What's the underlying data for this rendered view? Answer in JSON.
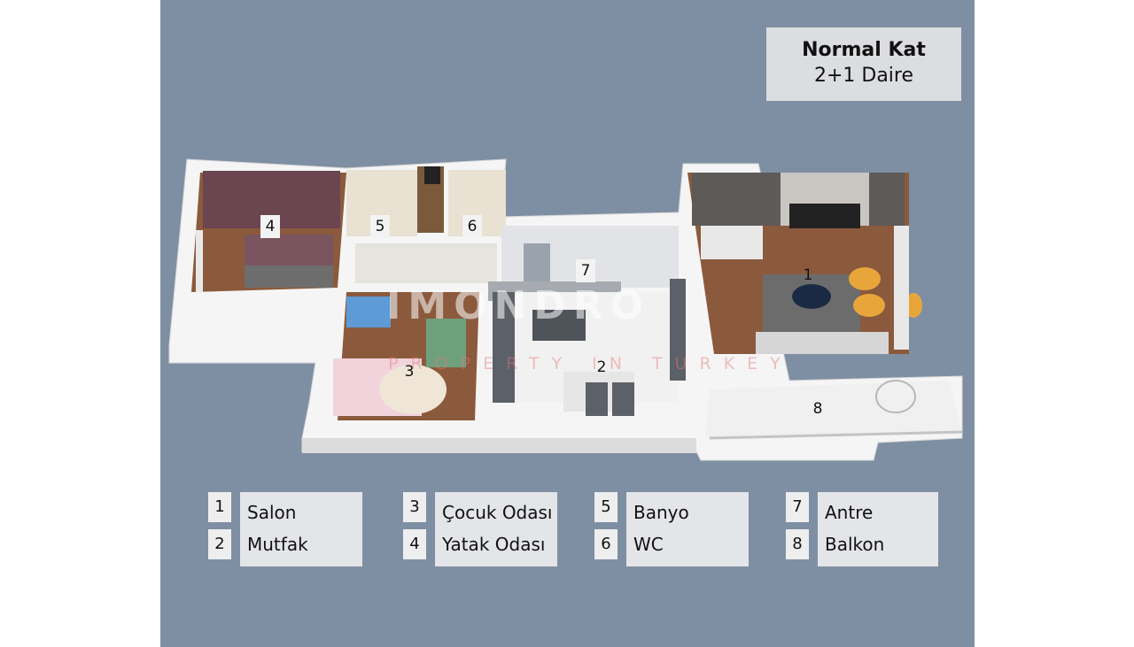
{
  "title": {
    "main": "Normal Kat",
    "sub": "2+1 Daire"
  },
  "watermark": {
    "brand": "IMONDRO",
    "tagline": "PROPERTY IN TURKEY"
  },
  "plan_labels": [
    "1",
    "2",
    "3",
    "4",
    "5",
    "6",
    "7",
    "8"
  ],
  "legend": [
    {
      "items": [
        {
          "num": "1",
          "label": "Salon"
        },
        {
          "num": "2",
          "label": "Mutfak"
        }
      ]
    },
    {
      "items": [
        {
          "num": "3",
          "label": "Çocuk Odası"
        },
        {
          "num": "4",
          "label": "Yatak Odası"
        }
      ]
    },
    {
      "items": [
        {
          "num": "5",
          "label": "Banyo"
        },
        {
          "num": "6",
          "label": "WC"
        }
      ]
    },
    {
      "items": [
        {
          "num": "7",
          "label": "Antre"
        },
        {
          "num": "8",
          "label": "Balkon"
        }
      ]
    }
  ],
  "colors": {
    "background": "#7f8fa3",
    "wall": "#f4f4f4",
    "floor_wood": "#8a5a3a",
    "headboard": "#6b4650",
    "sofa_accent": "#e8a63a"
  }
}
